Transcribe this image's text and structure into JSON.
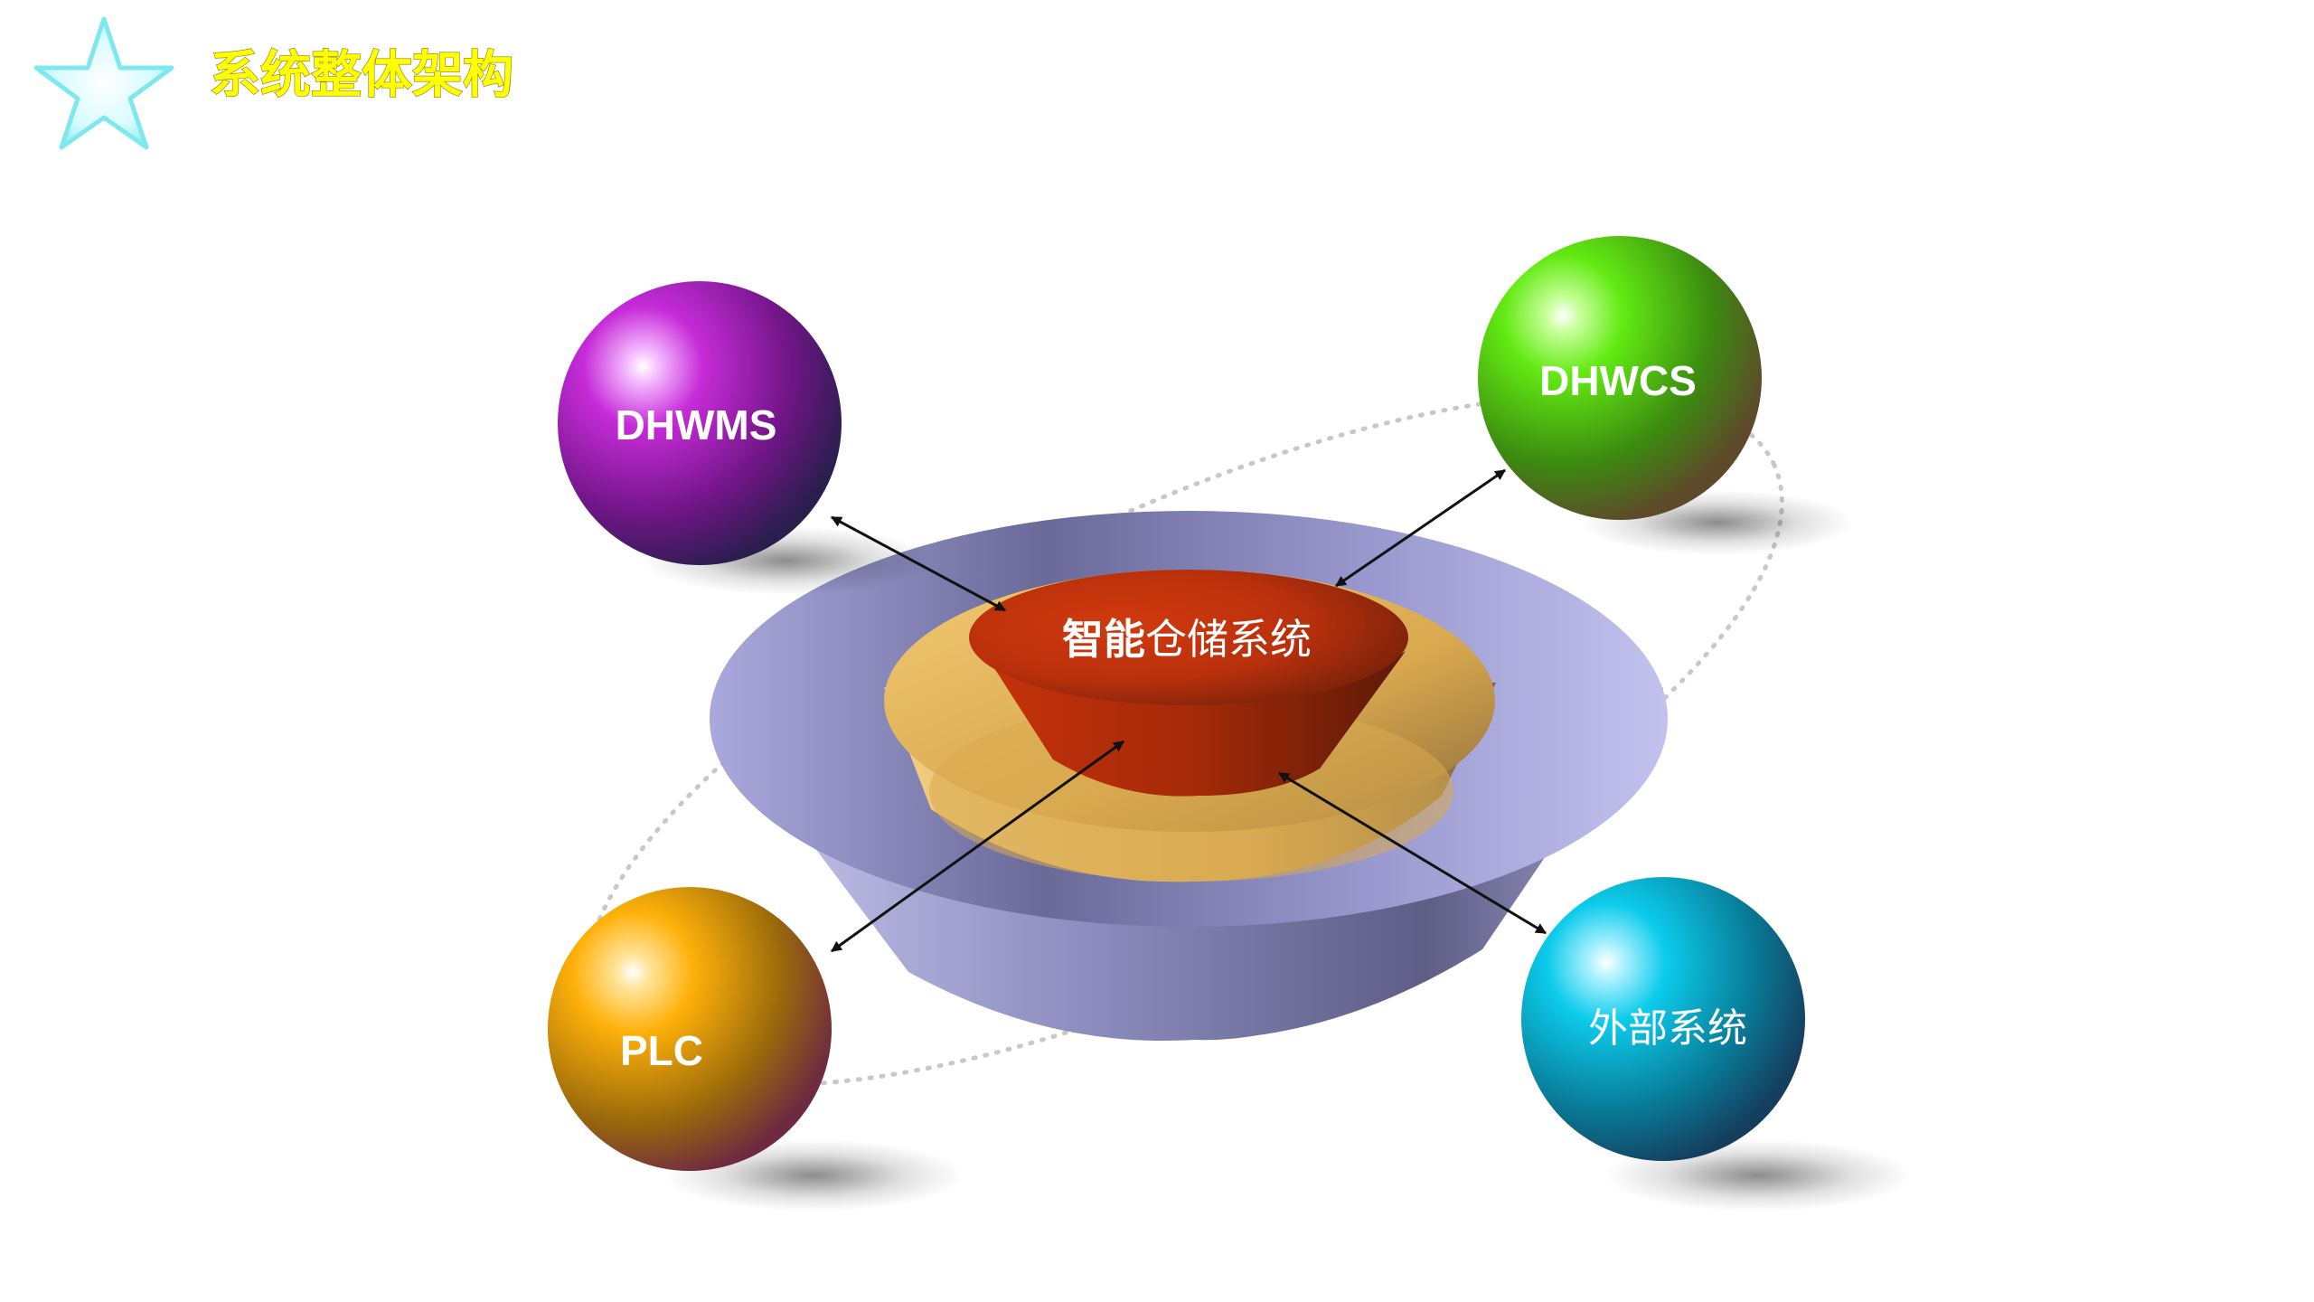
{
  "title": "系统整体架构",
  "core": {
    "label_bold": "智能",
    "label_rest": "仓储系统"
  },
  "nodes": {
    "dhwms": "DHWMS",
    "dhwcs": "DHWCS",
    "plc": "PLC",
    "external": "外部系统"
  },
  "colors": {
    "title": "#ffff00",
    "star": "#7fe8ef",
    "dhwms": "#9a1fb0",
    "dhwcs": "#4fc40a",
    "plc": "#e09a05",
    "external": "#0aa6c9",
    "core": "#c0340f",
    "ring": "#e6b65f",
    "bowl": "#b7b7e0"
  },
  "icons": {
    "title_marker": "star-icon"
  }
}
